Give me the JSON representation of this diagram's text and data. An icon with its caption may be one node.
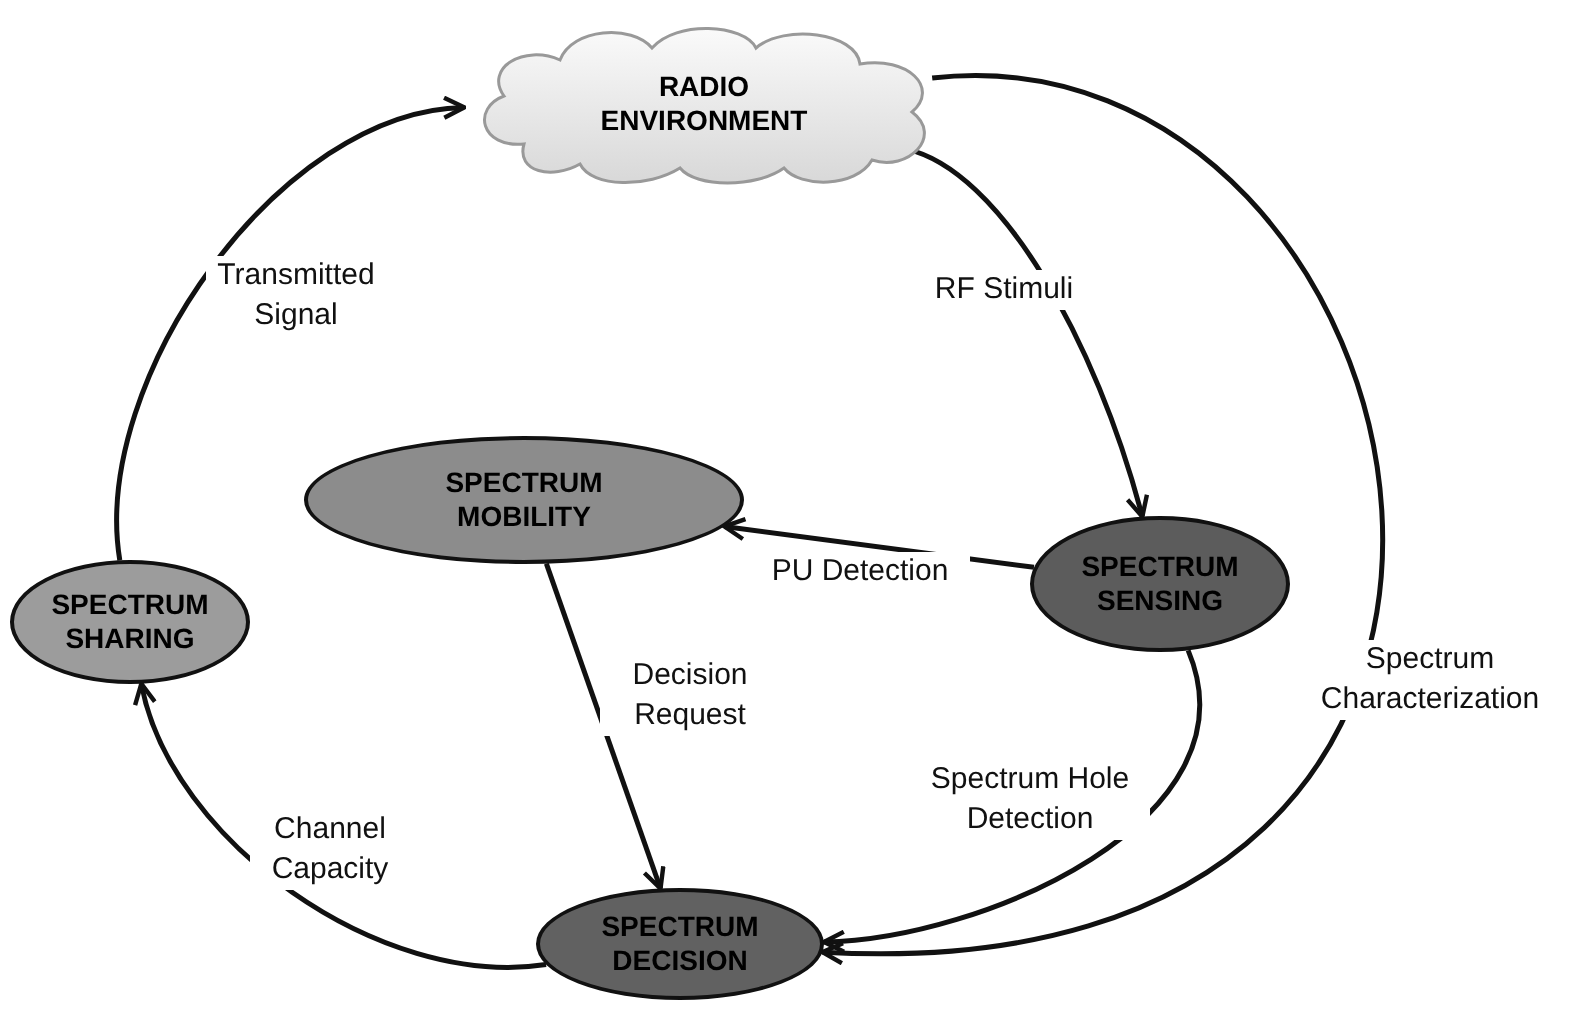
{
  "diagram": {
    "nodes": [
      {
        "text": [
          "RADIO ENVIRONMENT"
        ]
      },
      {
        "text": [
          "SPECTRUM MOBILITY"
        ]
      },
      {
        "text": [
          "SPECTRUM SENSING"
        ]
      },
      {
        "text": [
          "SPECTRUM SHARING"
        ]
      },
      {
        "text": [
          "SPECTRUM DECISION"
        ]
      }
    ],
    "edges": [
      {
        "from": 0,
        "to": 2,
        "arrow": "to",
        "label": "RF Stimuli"
      },
      {
        "from": 2,
        "to": 1,
        "arrow": "to",
        "label": "PU Detection"
      },
      {
        "from": 1,
        "to": 4,
        "arrow": "to",
        "label": "Decision Request"
      },
      {
        "from": 2,
        "to": 4,
        "arrow": "to",
        "label": "Spectrum Hole Detection"
      },
      {
        "from": 0,
        "to": 4,
        "arrow": "to",
        "label": "Spectrum Characterization"
      },
      {
        "from": 4,
        "to": 3,
        "arrow": "to",
        "label": "Channel Capacity"
      },
      {
        "from": 3,
        "to": 0,
        "arrow": "to",
        "label": "Transmitted Signal"
      }
    ]
  }
}
